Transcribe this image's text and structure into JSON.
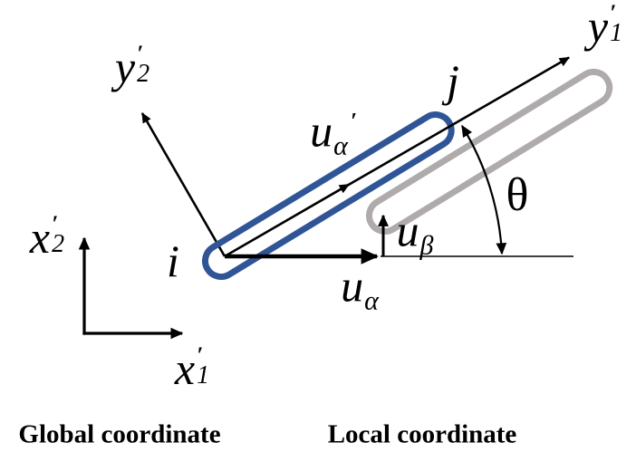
{
  "figure": {
    "colors": {
      "element_original": "#2F5597",
      "element_displaced": "#AFABAB",
      "line": "#000000"
    },
    "axes": {
      "local": {
        "y1": {
          "base": "y",
          "prime": "′",
          "sub": "1"
        },
        "y2": {
          "base": "y",
          "prime": "′",
          "sub": "2"
        }
      },
      "global": {
        "x1": {
          "base": "x",
          "prime": "′",
          "sub": "1"
        },
        "x2": {
          "base": "x",
          "prime": "′",
          "sub": "2"
        }
      }
    },
    "nodes": {
      "i": "i",
      "j": "j"
    },
    "displacements": {
      "u_alpha_local": {
        "base": "u",
        "sub": "α",
        "prime": "′"
      },
      "u_alpha": {
        "base": "u",
        "sub": "α"
      },
      "u_beta": {
        "base": "u",
        "sub": "β"
      }
    },
    "angle": {
      "theta": "θ"
    },
    "captions": {
      "global": "Global coordinate",
      "local": "Local coordinate"
    }
  }
}
